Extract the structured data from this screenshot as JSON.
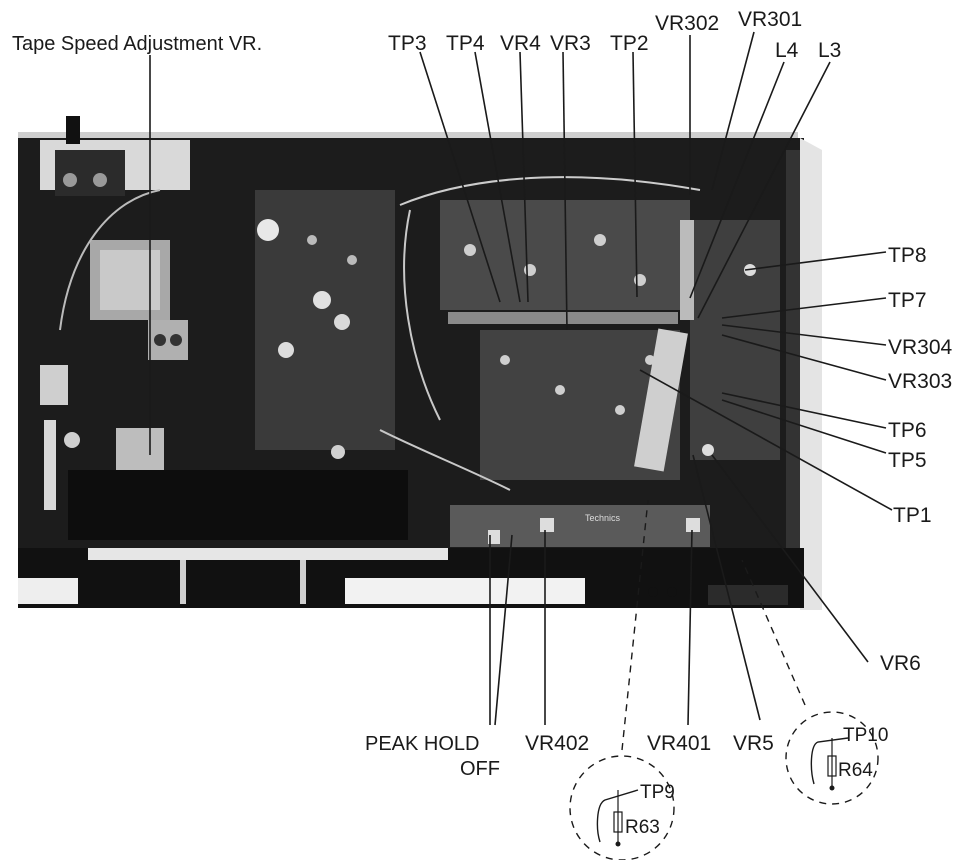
{
  "labels": {
    "tape_speed": "Tape Speed Adjustment VR.",
    "tp3": "TP3",
    "tp4": "TP4",
    "vr4": "VR4",
    "vr3": "VR3",
    "tp2": "TP2",
    "vr302": "VR302",
    "vr301": "VR301",
    "l4": "L4",
    "l3": "L3",
    "tp8": "TP8",
    "tp7": "TP7",
    "vr304": "VR304",
    "vr303": "VR303",
    "tp6": "TP6",
    "tp5": "TP5",
    "tp1": "TP1",
    "vr6": "VR6",
    "peak_hold_1": "PEAK HOLD",
    "peak_hold_2": "OFF",
    "vr402": "VR402",
    "vr401": "VR401",
    "vr5": "VR5",
    "tp9": "TP9",
    "r63": "R63",
    "tp10": "TP10",
    "r64": "R64"
  },
  "brand_logo": "Technics"
}
